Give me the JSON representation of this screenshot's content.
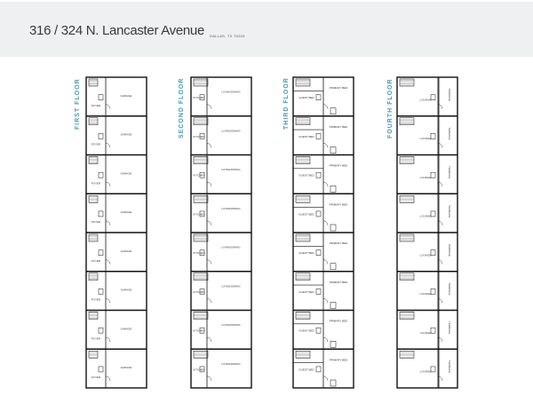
{
  "header": {
    "title": "316 / 324 N. Lancaster Avenue",
    "subtitle": "DALLAS, TX 75203"
  },
  "floors": [
    {
      "label": "FIRST FLOOR",
      "rooms": [
        "GARAGE",
        "FOYER"
      ]
    },
    {
      "label": "SECOND FLOOR",
      "rooms": [
        "LIVING/DINING",
        "KITCHEN"
      ]
    },
    {
      "label": "THIRD FLOOR",
      "rooms": [
        "PRIMARY BED",
        "GUEST BED"
      ]
    },
    {
      "label": "FOURTH FLOOR",
      "rooms": [
        "LOUNGE",
        "TERRACE"
      ]
    }
  ],
  "units_per_floor": 8,
  "colors": {
    "accent": "#4a9ab8",
    "header_bg": "#eff0f2",
    "line": "#111111"
  }
}
